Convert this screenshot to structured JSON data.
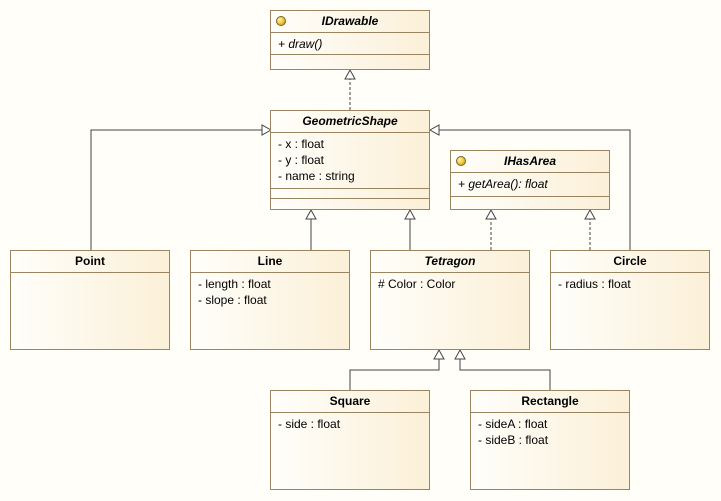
{
  "classes": {
    "idrawable": {
      "name": "IDrawable",
      "operations": [
        "+ draw()"
      ]
    },
    "geometric_shape": {
      "name": "GeometricShape",
      "attributes": [
        "- x : float",
        "- y : float",
        "- name : string"
      ]
    },
    "ihasarea": {
      "name": "IHasArea",
      "operations": [
        "+ getArea(): float"
      ]
    },
    "point": {
      "name": "Point"
    },
    "line": {
      "name": "Line",
      "attributes": [
        "- length : float",
        "- slope : float"
      ]
    },
    "tetragon": {
      "name": "Tetragon",
      "attributes": [
        "# Color : Color"
      ]
    },
    "circle": {
      "name": "Circle",
      "attributes": [
        "- radius : float"
      ]
    },
    "square": {
      "name": "Square",
      "attributes": [
        "- side : float"
      ]
    },
    "rectangle": {
      "name": "Rectangle",
      "attributes": [
        "- sideA : float",
        "- sideB : float"
      ]
    }
  },
  "relations": [
    {
      "from": "GeometricShape",
      "to": "IDrawable",
      "kind": "realization"
    },
    {
      "from": "Point",
      "to": "GeometricShape",
      "kind": "generalization"
    },
    {
      "from": "Line",
      "to": "GeometricShape",
      "kind": "generalization"
    },
    {
      "from": "Tetragon",
      "to": "GeometricShape",
      "kind": "generalization"
    },
    {
      "from": "Circle",
      "to": "GeometricShape",
      "kind": "generalization"
    },
    {
      "from": "Tetragon",
      "to": "IHasArea",
      "kind": "realization"
    },
    {
      "from": "Circle",
      "to": "IHasArea",
      "kind": "realization"
    },
    {
      "from": "Square",
      "to": "Tetragon",
      "kind": "generalization"
    },
    {
      "from": "Rectangle",
      "to": "Tetragon",
      "kind": "generalization"
    }
  ],
  "colors": {
    "border": "#9b8560",
    "fill": "#fbf0d8",
    "edge": "#444444"
  }
}
